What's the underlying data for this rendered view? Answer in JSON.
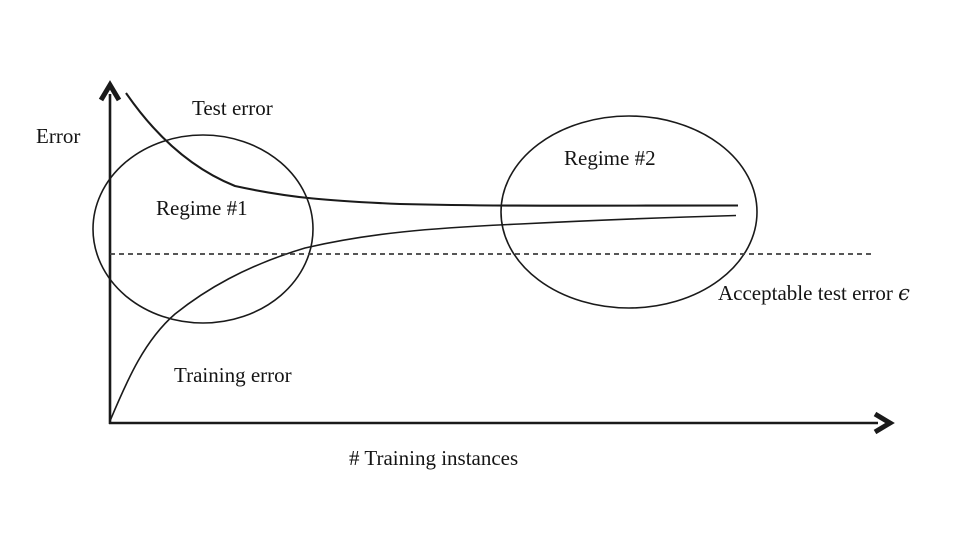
{
  "diagram": {
    "title_semantic": "Learning curves: error vs number of training instances",
    "y_axis_label": "Error",
    "x_axis_label": "# Training instances",
    "curves": {
      "test_error_label": "Test error",
      "training_error_label": "Training error"
    },
    "regions": {
      "regime1_label": "Regime #1",
      "regime2_label": "Regime #2"
    },
    "threshold": {
      "label": "Acceptable test error",
      "symbol": "ϵ"
    }
  },
  "colors": {
    "ink": "#1a1a1a",
    "dashed_line": "#3f3f3f",
    "text": "#141414",
    "background": "#ffffff"
  }
}
